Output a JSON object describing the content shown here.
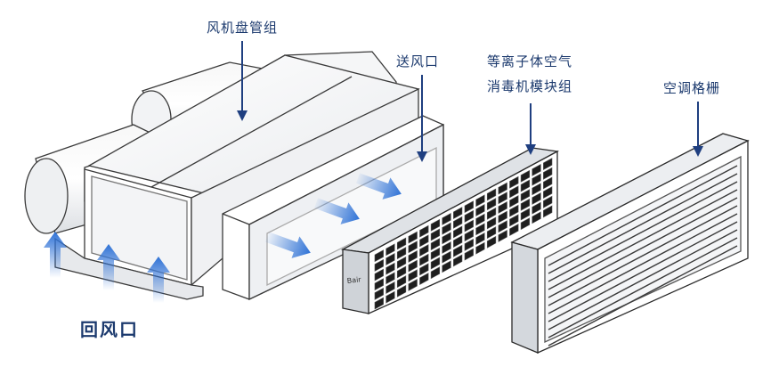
{
  "labels": {
    "fan_coil": "风机盘管组",
    "supply_outlet": "送风口",
    "plasma_line1": "等离子体空气",
    "plasma_line2": "消毒机模块组",
    "grille": "空调格栅",
    "return_inlet": "回风口"
  },
  "colors": {
    "text": "#1c3a6e",
    "pointer": "#1f3f80",
    "flow_arrow_blue": "#2f72d6",
    "outline": "#333333"
  },
  "icons": [
    "down-pointer-arrow",
    "airflow-arrow",
    "upward-airflow-arrow"
  ]
}
